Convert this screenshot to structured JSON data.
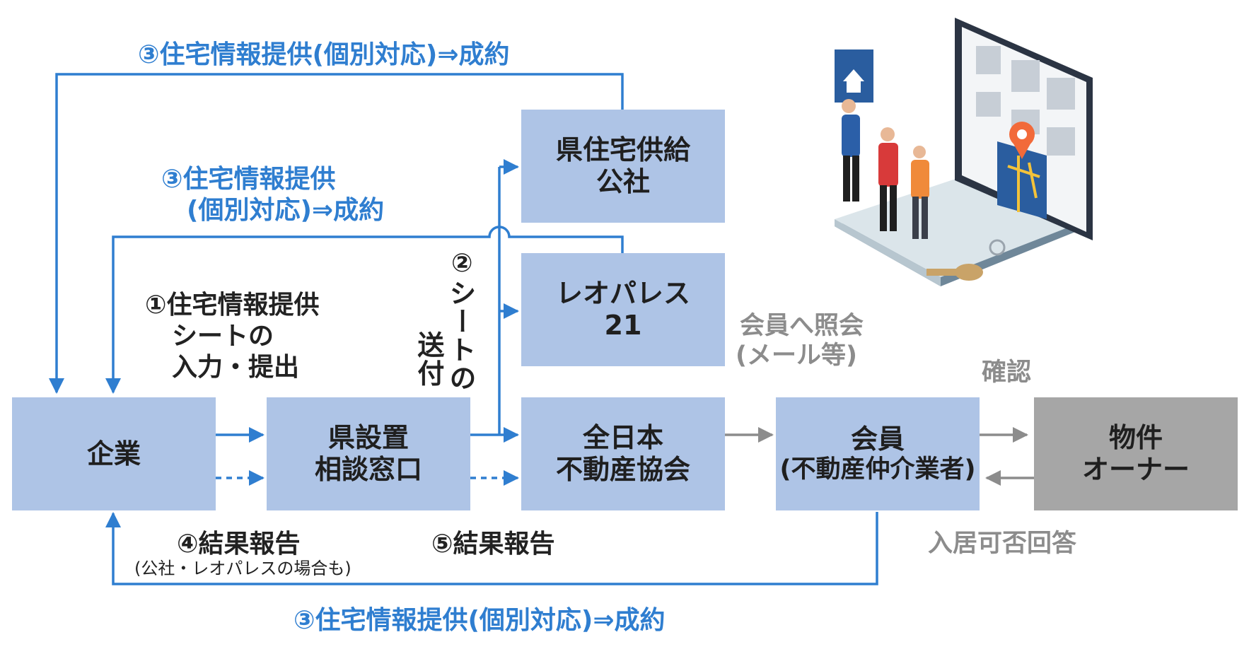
{
  "boxes": {
    "company": "企業",
    "office_line1": "県設置",
    "office_line2": "相談窓口",
    "kosha_line1": "県住宅供給",
    "kosha_line2": "公社",
    "leo_line1": "レオパレス",
    "leo_line2": "21",
    "zennichi_line1": "全日本",
    "zennichi_line2": "不動産協会",
    "member_line1": "会員",
    "member_line2": "(不動産仲介業者)",
    "owner_line1": "物件",
    "owner_line2": "オーナー"
  },
  "labels": {
    "top_info": "③住宅情報提供(個別対応)⇒成約",
    "mid_info_line1": "③住宅情報提供",
    "mid_info_line2": "(個別対応)⇒成約",
    "step1_line1": "①住宅情報提供",
    "step1_line2": "シートの",
    "step1_line3": "入力・提出",
    "step2_num": "②",
    "step2_col1": "シートの",
    "step2_col2": "送付",
    "member_inquiry_line1": "会員へ照会",
    "member_inquiry_line2": "(メール等)",
    "confirm": "確認",
    "step4": "④結果報告",
    "step4_note": "(公社・レオパレスの場合も)",
    "step5": "⑤結果報告",
    "answer": "入居可否回答",
    "bottom_info": "③住宅情報提供(個別対応)⇒成約"
  },
  "colors": {
    "box_blue": "#aec4e6",
    "box_gray": "#a6a6a6",
    "arrow_blue": "#2f7ed0",
    "arrow_gray": "#8c8c8c",
    "text_blue": "#2f7ed0"
  },
  "illustration": "people-viewing-housing-listings-board-icon"
}
